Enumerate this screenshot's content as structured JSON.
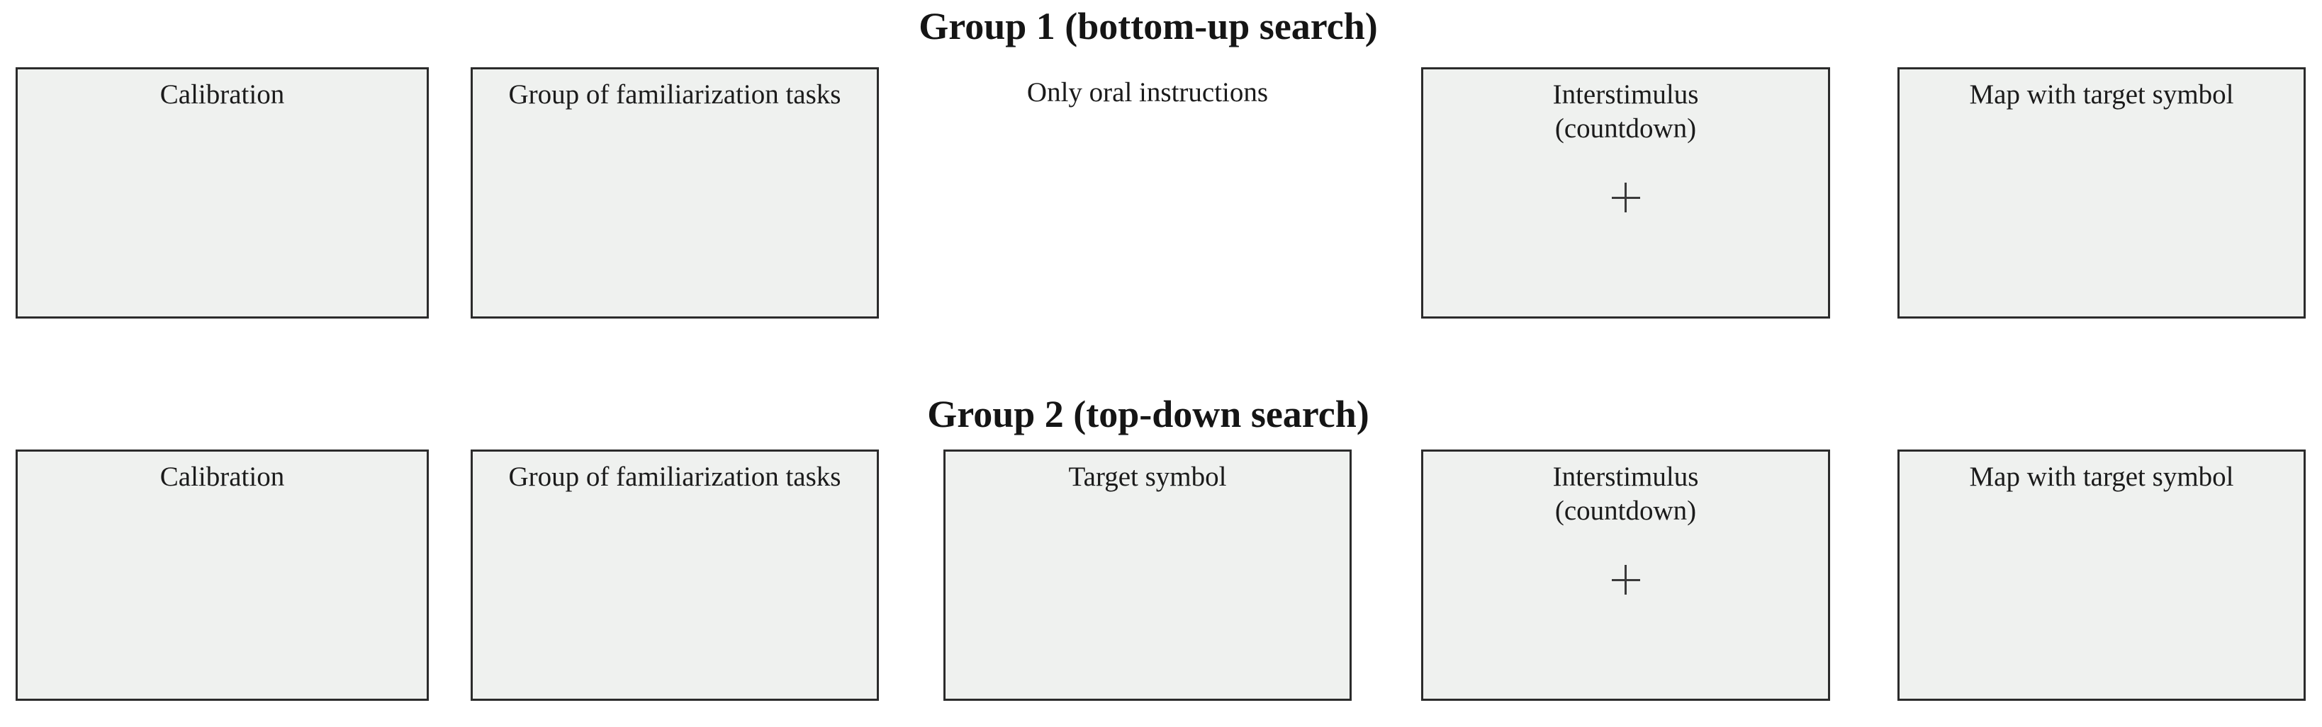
{
  "figure": {
    "background_color": "#ffffff",
    "box_fill_color": "#eff1ef",
    "box_border_color": "#2b2b2b",
    "text_color": "#1b1b1b",
    "fixation_cross_glyph": "+"
  },
  "groups": [
    {
      "title": "Group 1 (bottom-up search)",
      "slots": [
        {
          "label": "Calibration",
          "boxed": true
        },
        {
          "label": "Group of familiarization tasks",
          "boxed": true
        },
        {
          "label": "Only oral instructions",
          "boxed": false
        },
        {
          "label": "Interstimulus",
          "sublabel": "(countdown)",
          "boxed": true,
          "fixation_cross": "+"
        },
        {
          "label": "Map with target symbol",
          "boxed": true
        }
      ]
    },
    {
      "title": "Group 2 (top-down search)",
      "slots": [
        {
          "label": "Calibration",
          "boxed": true
        },
        {
          "label": "Group of familiarization tasks",
          "boxed": true
        },
        {
          "label": "Target symbol",
          "boxed": true
        },
        {
          "label": "Interstimulus",
          "sublabel": "(countdown)",
          "boxed": true,
          "fixation_cross": "+"
        },
        {
          "label": "Map with target symbol",
          "boxed": true
        }
      ]
    }
  ]
}
